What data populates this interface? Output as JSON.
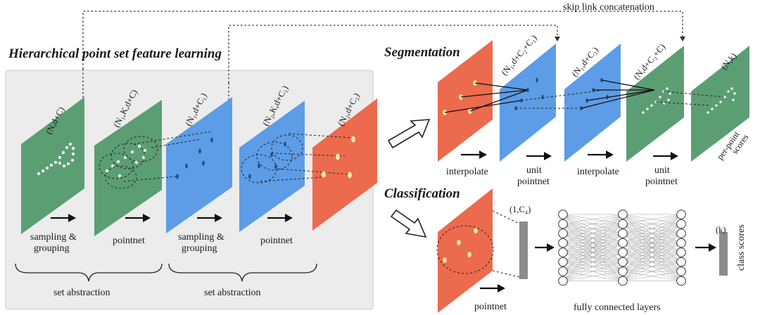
{
  "skip_link": "skip link concatenation",
  "hierarchical": {
    "title": "Hierarchical point set feature learning",
    "planes": {
      "p1": "(N,d+C)",
      "p2": "(N₁,K,d+C)",
      "p3": "(N₁,d+C₁)",
      "p4": "(N₂,K,d+C₁)",
      "p5": "(N₂,d+C₂)"
    },
    "steps": {
      "sampling1_line1": "sampling &",
      "sampling1_line2": "grouping",
      "pointnet1": "pointnet",
      "sampling2_line1": "sampling &",
      "sampling2_line2": "grouping",
      "pointnet2": "pointnet"
    },
    "set_abstraction_1": "set abstraction",
    "set_abstraction_2": "set abstraction"
  },
  "segmentation": {
    "title": "Segmentation",
    "planes": {
      "s2": "(N₁,d+C₂+C₁)",
      "s3": "(N₁,d+C₃)",
      "s4": "(N,d+C₃+C)",
      "s5": "(N,k)"
    },
    "interpolate1": "interpolate",
    "unit_pointnet1_line1": "unit",
    "unit_pointnet1_line2": "pointnet",
    "interpolate2": "interpolate",
    "unit_pointnet2_line1": "unit",
    "unit_pointnet2_line2": "pointnet",
    "per_point_line1": "per-point",
    "per_point_line2": "scores"
  },
  "classification": {
    "title": "Classification",
    "vector_label": "(1,C₄)",
    "output_label": "(k)",
    "pointnet": "pointnet",
    "fc_layers": "fully connected layers",
    "class_scores": "class scores"
  },
  "colors": {
    "green": "#5c9e74",
    "blue": "#5d9ce6",
    "red": "#ec6a4d",
    "panel": "#ececec"
  }
}
